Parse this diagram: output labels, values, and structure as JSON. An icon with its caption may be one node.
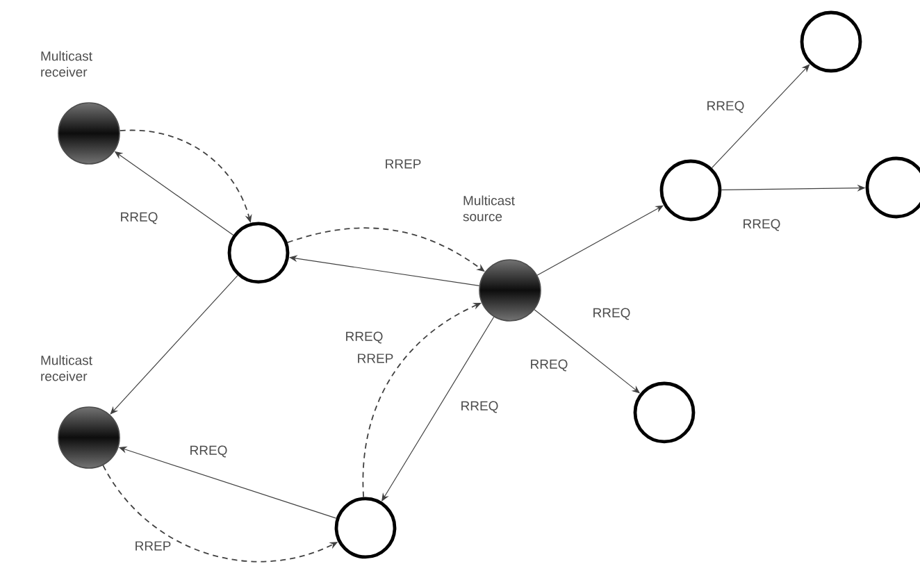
{
  "diagram": {
    "nodes": [
      {
        "text": [
          "Multicast receiver"
        ]
      },
      {
        "text": [],
        "shape": "circle"
      },
      {
        "text": [
          "Multicast source"
        ]
      },
      {
        "text": [],
        "shape": "circle"
      },
      {
        "text": [],
        "shape": "circle"
      },
      {
        "text": [],
        "shape": "circle"
      },
      {
        "text": [],
        "shape": "circle"
      },
      {
        "text": [
          "Multicast receiver"
        ]
      },
      {
        "text": [],
        "shape": "circle"
      }
    ],
    "edges": [
      {
        "from": 1,
        "to": 0,
        "arrow": "to",
        "label": "RREQ"
      },
      {
        "from": 0,
        "to": 1,
        "arrow": "to",
        "style": "dashed"
      },
      {
        "from": 1,
        "to": 2,
        "arrow": "to",
        "style": "dashed",
        "label": "RREP"
      },
      {
        "from": 2,
        "to": 1,
        "arrow": "to",
        "label": "RREQ"
      },
      {
        "from": 2,
        "to": 3,
        "arrow": "to",
        "label": "RREQ"
      },
      {
        "from": 3,
        "to": 4,
        "arrow": "to",
        "label": "RREQ"
      },
      {
        "from": 3,
        "to": 5,
        "arrow": "to",
        "label": "RREQ"
      },
      {
        "from": 2,
        "to": 6,
        "arrow": "to",
        "label": "RREQ"
      },
      {
        "from": 2,
        "to": 8,
        "arrow": "to",
        "label": "RREQ"
      },
      {
        "from": 1,
        "to": 7,
        "arrow": "to"
      },
      {
        "from": 8,
        "to": 7,
        "arrow": "to",
        "label": "RREQ"
      },
      {
        "from": 7,
        "to": 8,
        "arrow": "to",
        "style": "dashed",
        "label": "RREP"
      },
      {
        "from": 8,
        "to": 2,
        "arrow": "to",
        "style": "dashed",
        "label": "RREP"
      }
    ]
  }
}
